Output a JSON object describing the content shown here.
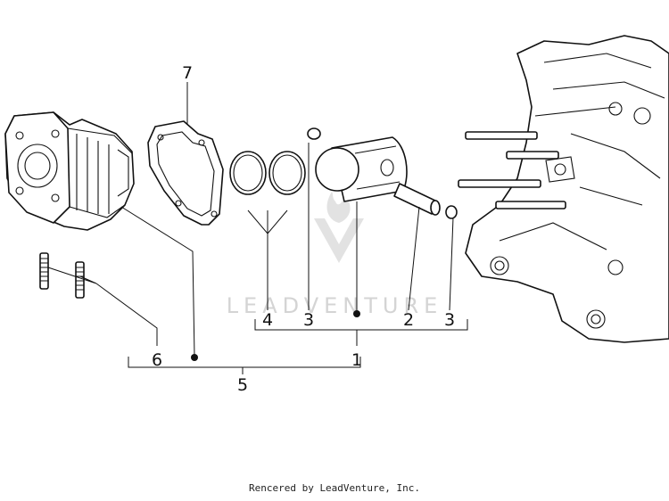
{
  "watermark": {
    "text": "LEADVENTURE"
  },
  "footer": {
    "credit": "Rencered by LeadVenture, Inc."
  },
  "callouts": {
    "c1": "1",
    "c2": "2",
    "c3a": "3",
    "c3b": "3",
    "c4": "4",
    "c5": "5",
    "c6": "6",
    "c7": "7"
  },
  "parts": [
    {
      "name": "cylinder-head",
      "icon": "cylinder-head-icon"
    },
    {
      "name": "head-gasket",
      "icon": "gasket-icon"
    },
    {
      "name": "piston-rings",
      "icon": "piston-ring-icon"
    },
    {
      "name": "piston",
      "icon": "piston-icon"
    },
    {
      "name": "piston-pin",
      "icon": "piston-pin-icon"
    },
    {
      "name": "circlip",
      "icon": "circlip-icon"
    },
    {
      "name": "stud-bolts",
      "icon": "stud-icon"
    },
    {
      "name": "crankcase",
      "icon": "crankcase-icon"
    }
  ]
}
